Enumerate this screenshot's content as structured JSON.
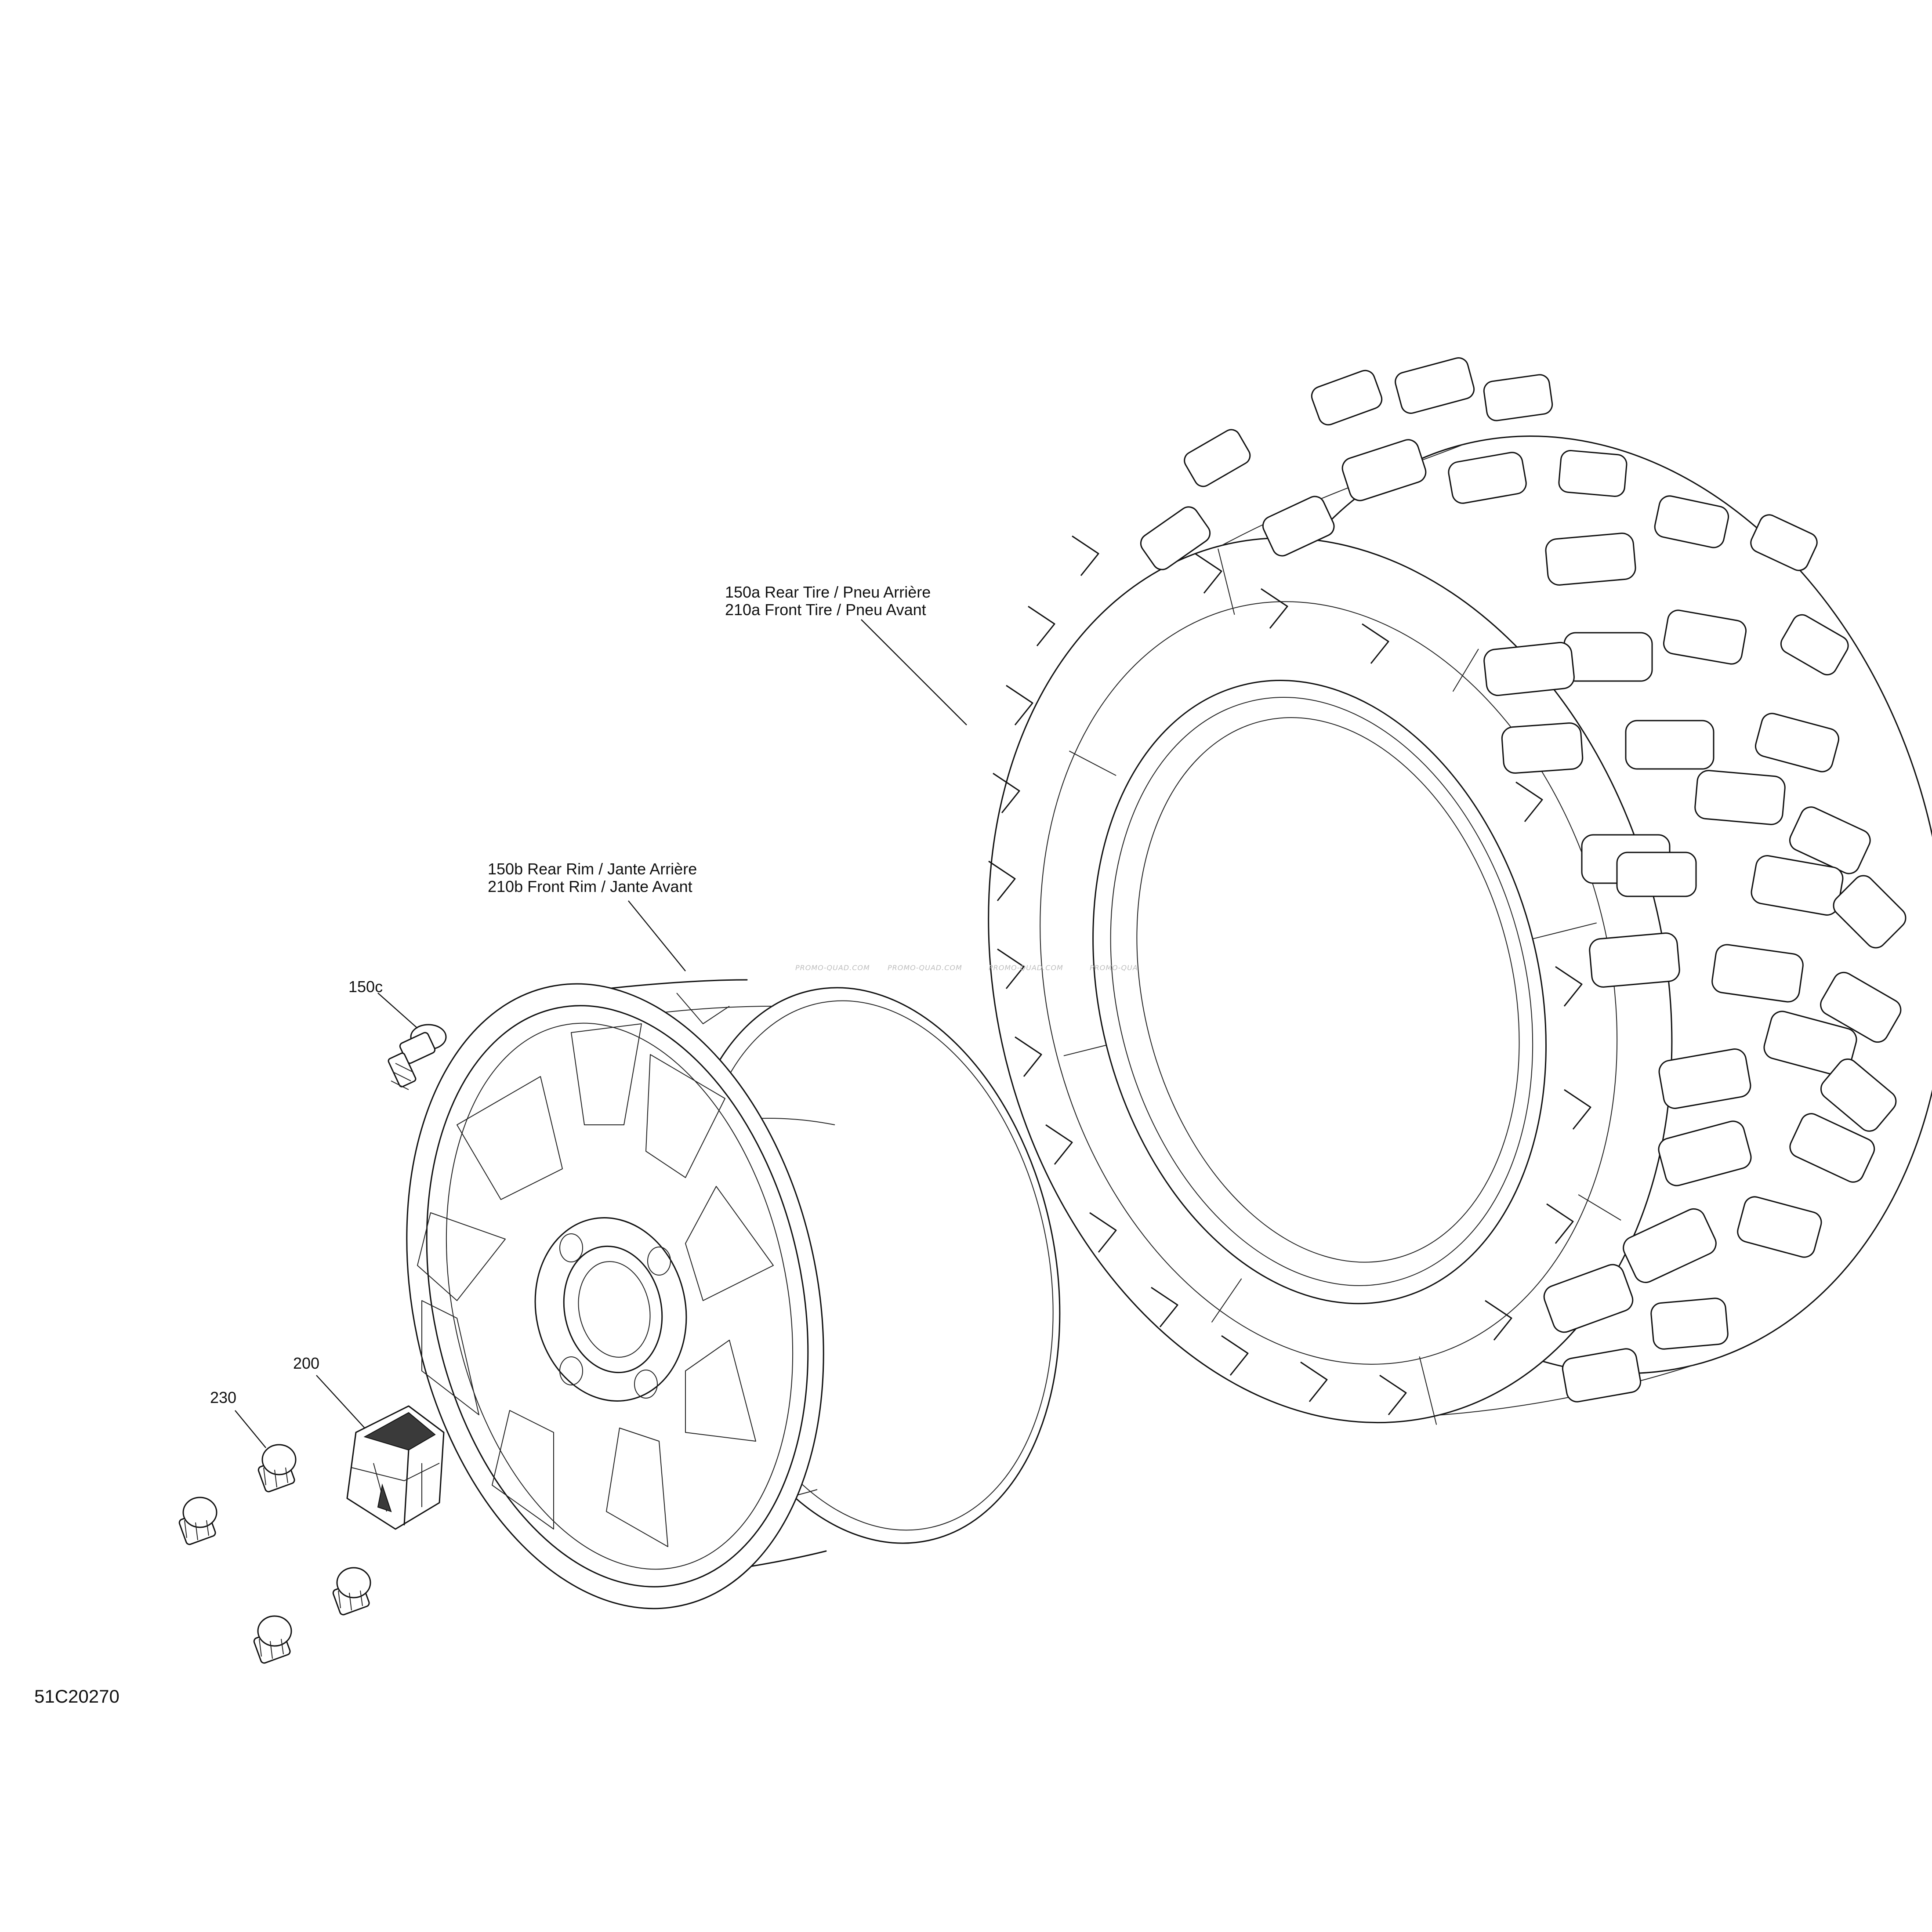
{
  "figure_id": "51C20270",
  "callouts": {
    "tire_line1": "150a Rear Tire / Pneu Arrière",
    "tire_line2": "210a Front Tire / Pneu Avant",
    "rim_line1": "150b Rear Rim / Jante Arrière",
    "rim_line2": "210b Front Rim / Jante Avant",
    "valve": "150c",
    "hub_cap": "200",
    "lug_nut": "230"
  },
  "watermark": [
    "PROMO-QUAD.COM",
    "PROMO-QUAD.COM",
    "PROMO-QUAD.COM",
    "PROMO-QUA"
  ]
}
